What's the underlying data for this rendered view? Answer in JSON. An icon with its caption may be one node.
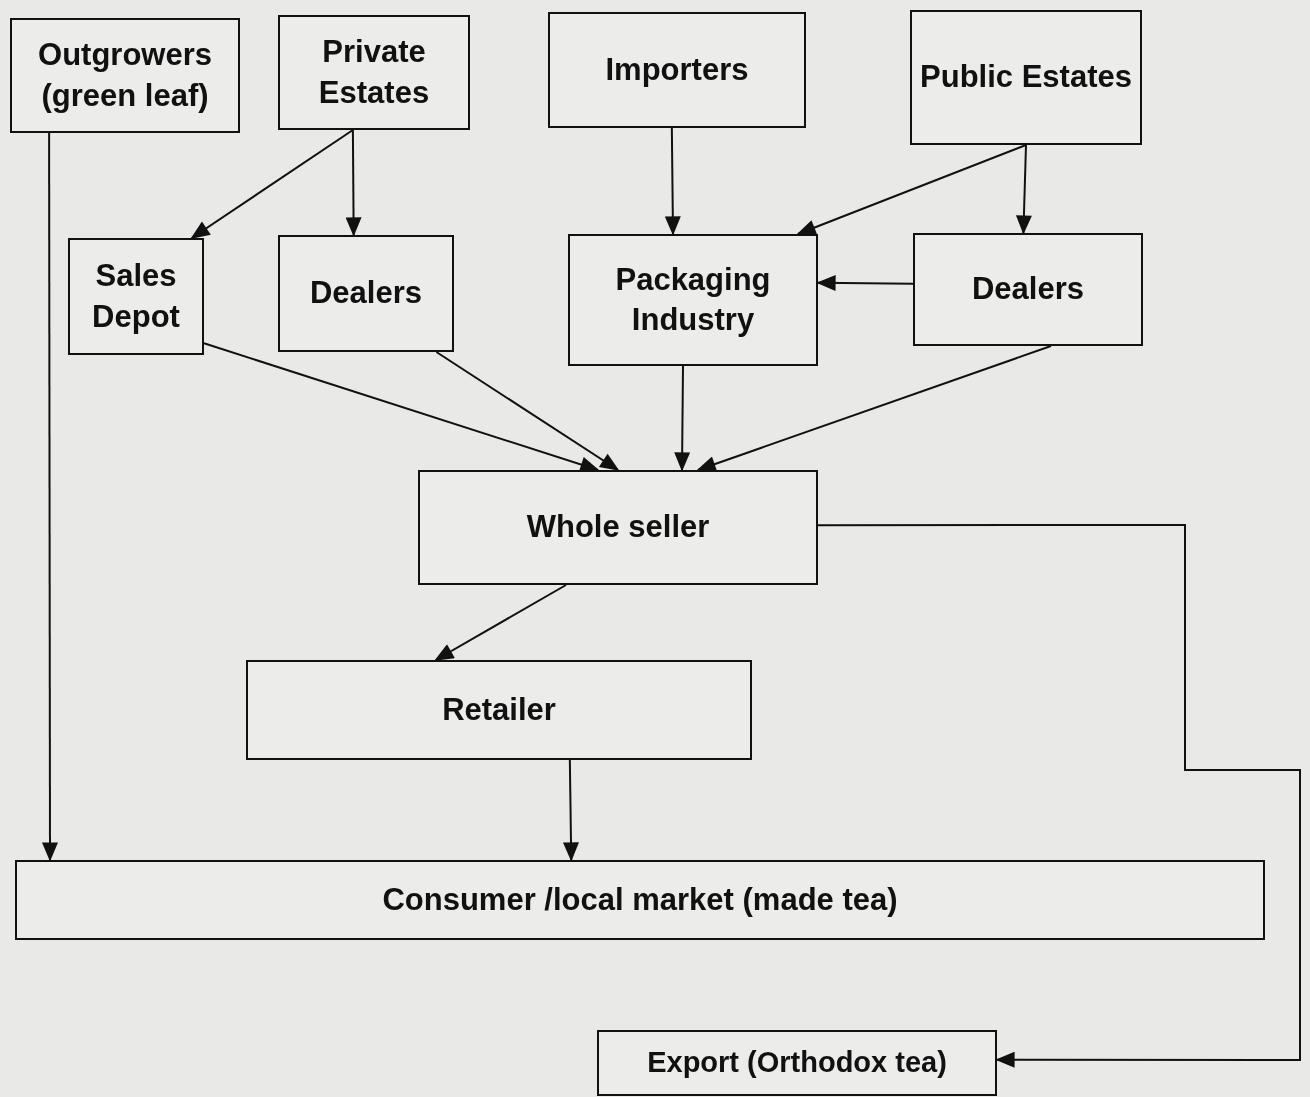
{
  "diagram": {
    "nodes": [
      {
        "text": [
          "Outgrowers (green leaf)"
        ]
      },
      {
        "text": [
          "Private Estates"
        ]
      },
      {
        "text": [
          "Importers"
        ]
      },
      {
        "text": [
          "Public Estates"
        ]
      },
      {
        "text": [
          "Sales Depot"
        ]
      },
      {
        "text": [
          "Dealers"
        ]
      },
      {
        "text": [
          "Packaging Industry"
        ]
      },
      {
        "text": [
          "Dealers"
        ]
      },
      {
        "text": [
          "Whole seller"
        ]
      },
      {
        "text": [
          "Retailer"
        ]
      },
      {
        "text": [
          "Consumer /local market (made tea)"
        ]
      },
      {
        "text": [
          "Export (Orthodox tea)"
        ]
      }
    ],
    "edges": [
      {
        "from": 1,
        "to": 4,
        "arrow": "to"
      },
      {
        "from": 1,
        "to": 5,
        "arrow": "to"
      },
      {
        "from": 2,
        "to": 6,
        "arrow": "to"
      },
      {
        "from": 3,
        "to": 6,
        "arrow": "to"
      },
      {
        "from": 3,
        "to": 7,
        "arrow": "to"
      },
      {
        "from": 7,
        "to": 6,
        "arrow": "to"
      },
      {
        "from": 0,
        "to": 10,
        "arrow": "to"
      },
      {
        "from": 4,
        "to": 8,
        "arrow": "to"
      },
      {
        "from": 5,
        "to": 8,
        "arrow": "to"
      },
      {
        "from": 6,
        "to": 8,
        "arrow": "to"
      },
      {
        "from": 7,
        "to": 8,
        "arrow": "to"
      },
      {
        "from": 8,
        "to": 9,
        "arrow": "to"
      },
      {
        "from": 9,
        "to": 10,
        "arrow": "to"
      },
      {
        "from": 8,
        "to": 11,
        "arrow": "to"
      }
    ]
  }
}
